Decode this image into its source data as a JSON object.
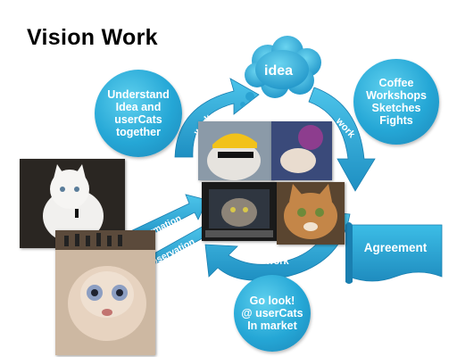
{
  "title": "Vision Work",
  "nodes": {
    "idea": "idea",
    "understand": [
      "Understand",
      "Idea and",
      "userCats",
      "together"
    ],
    "coffee": [
      "Coffee",
      "Workshops",
      "Sketches",
      "Fights"
    ],
    "go_look": [
      "Go look!",
      "@ userCats",
      "In market"
    ],
    "agreement": "Agreement"
  },
  "arrows": {
    "work_top_left": "work",
    "work_top_right": "work",
    "work_bottom": "work",
    "information": "information",
    "observation": "observation"
  },
  "colors": {
    "accent": "#25a7d6",
    "accent_dark": "#1c86b8",
    "text": "#ffffff"
  }
}
